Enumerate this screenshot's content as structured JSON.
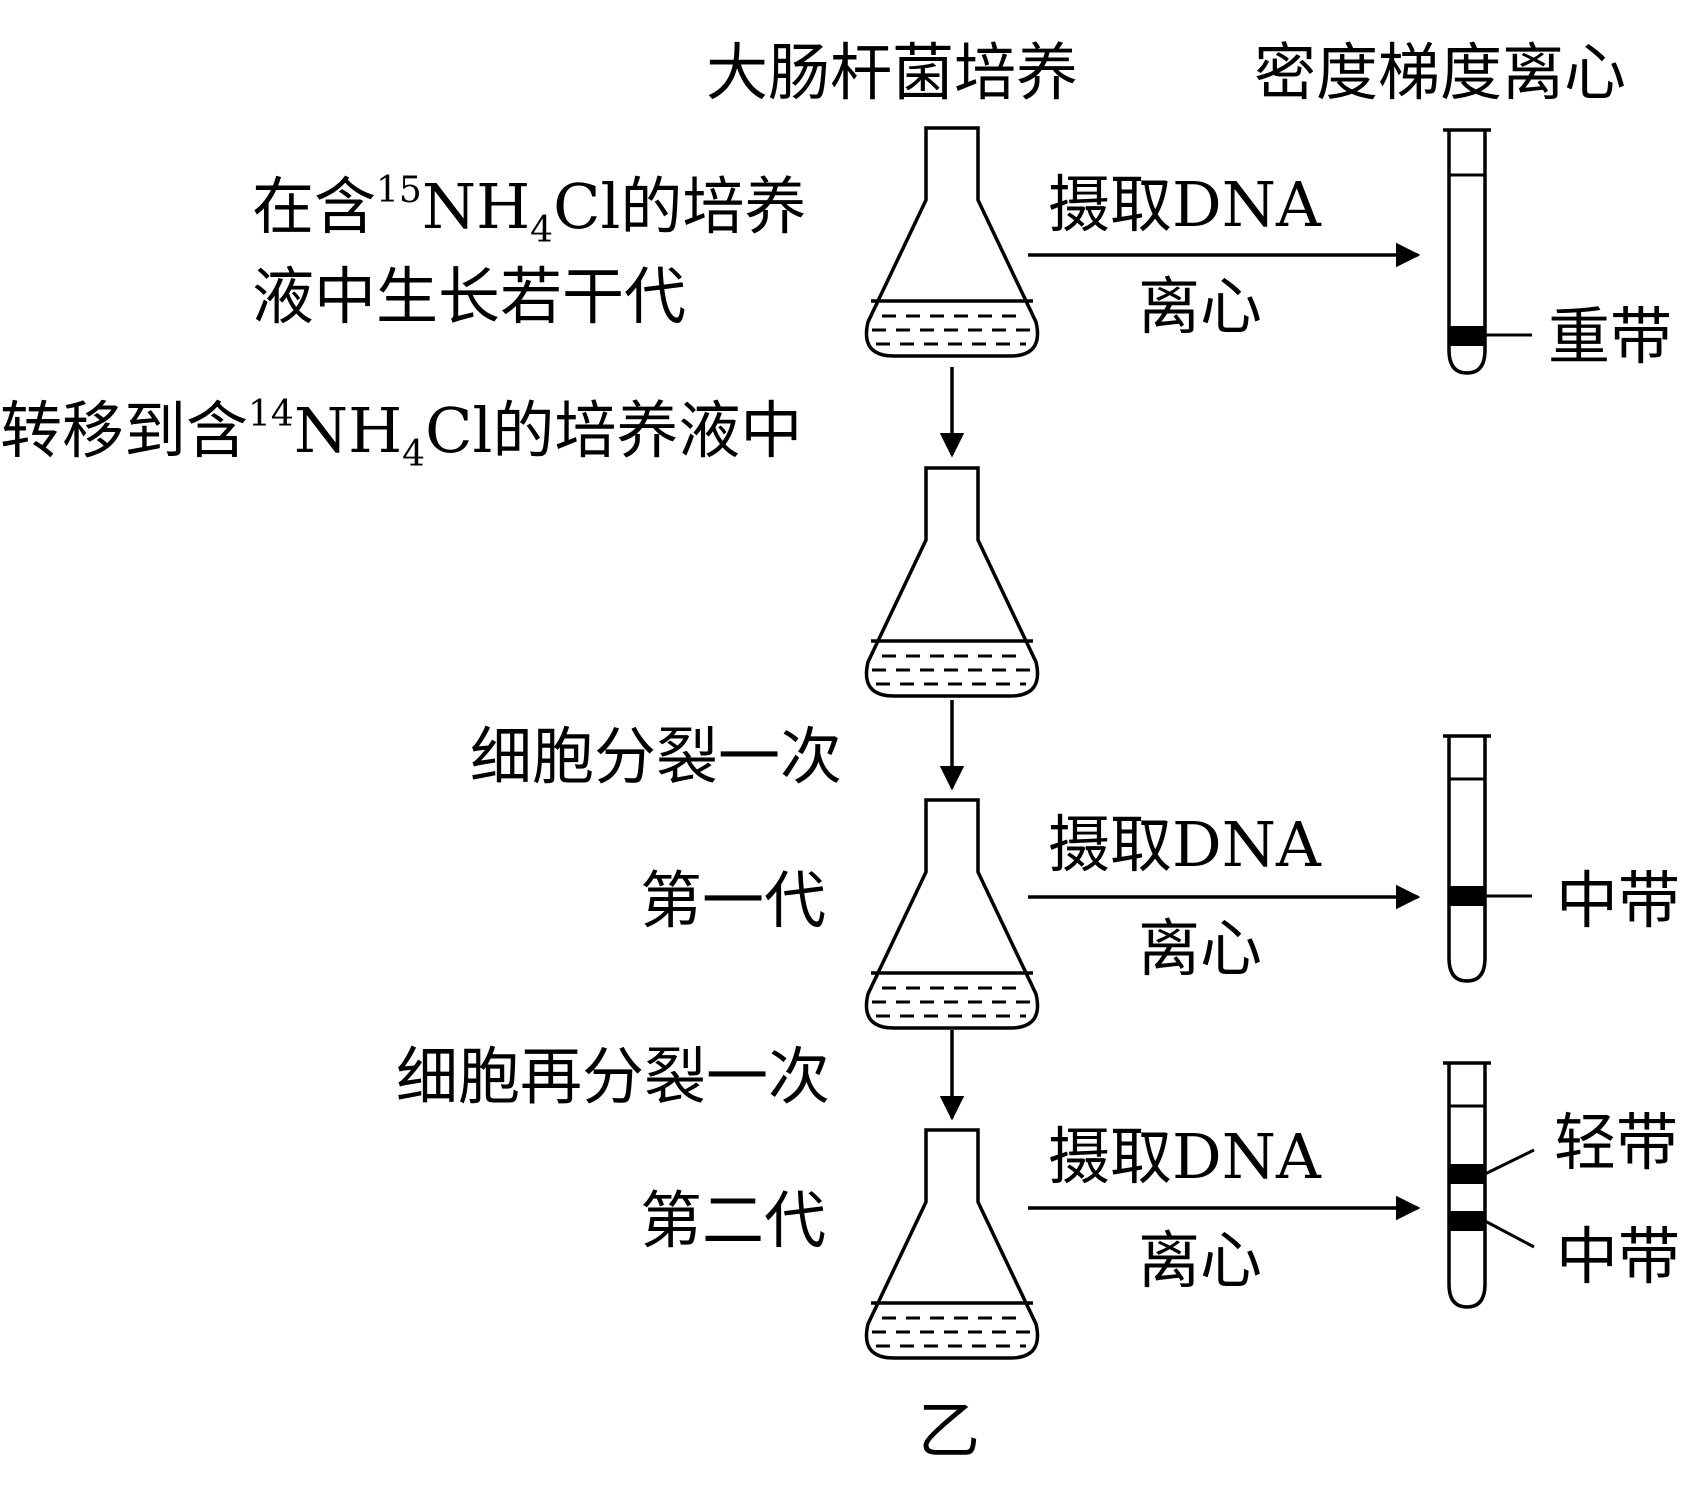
{
  "header": {
    "culture_title": "大肠杆菌培养",
    "centrifuge_title": "密度梯度离心"
  },
  "steps": {
    "start_line1_pre": "在含",
    "start_line1_sup": "15",
    "start_line1_mid": "NH",
    "start_line1_sub": "4",
    "start_line1_post": "Cl的培养",
    "start_line2": "液中生长若干代",
    "transfer_pre": "转移到含",
    "transfer_sup": "14",
    "transfer_mid": "NH",
    "transfer_sub": "4",
    "transfer_post": "Cl的培养液中",
    "divide_once": "细胞分裂一次",
    "divide_again": "细胞再分裂一次"
  },
  "generations": {
    "first": "第一代",
    "second": "第二代"
  },
  "extract": {
    "top": "摄取DNA",
    "bottom": "离心"
  },
  "bands": {
    "heavy": "重带",
    "middle": "中带",
    "light": "轻带"
  },
  "figure_label": "乙"
}
